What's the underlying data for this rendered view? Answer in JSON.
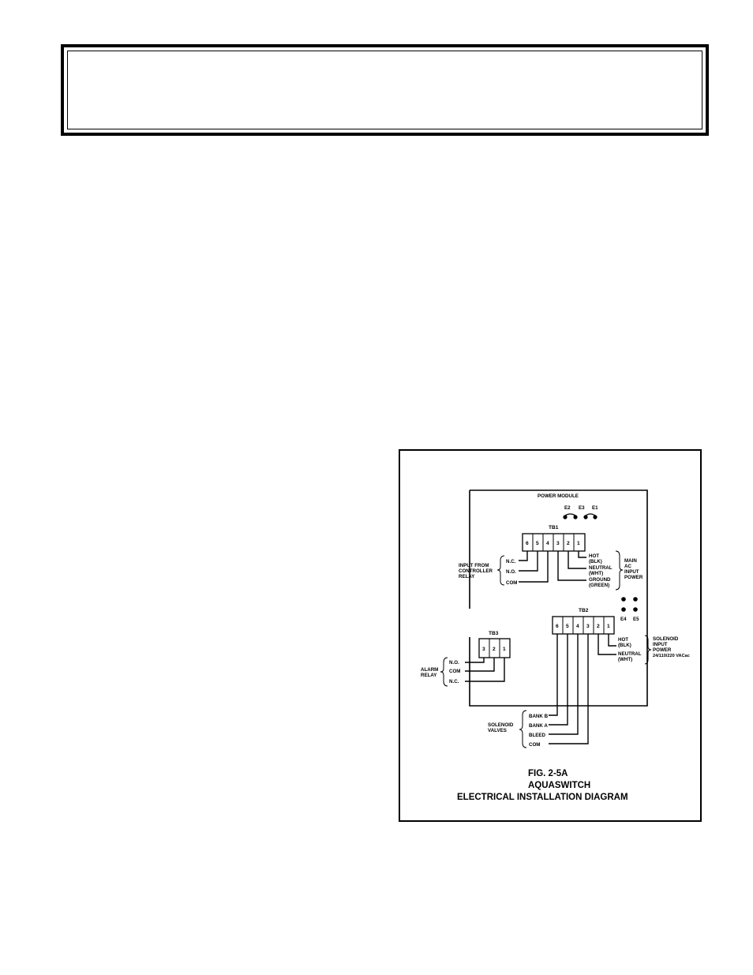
{
  "header": {
    "title": ""
  },
  "diagram": {
    "power_module": "POWER MODULE",
    "jumpers_top": [
      "E2",
      "E3",
      "E1"
    ],
    "jumpers_side": [
      "E4",
      "E5"
    ],
    "tb1": {
      "label": "TB1",
      "terminals": [
        "6",
        "5",
        "4",
        "3",
        "2",
        "1"
      ],
      "left_group": [
        "INPUT FROM",
        "CONTROLLER",
        "RELAY"
      ],
      "left_wires": [
        "N.C.",
        "N.O.",
        "COM"
      ],
      "right_wires": [
        "HOT",
        "(BLK)",
        "NEUTRAL",
        "(WHT)",
        "GROUND",
        "(GREEN)"
      ],
      "right_group": [
        "MAIN",
        "AC",
        "INPUT",
        "POWER"
      ]
    },
    "tb2": {
      "label": "TB2",
      "terminals": [
        "6",
        "5",
        "4",
        "3",
        "2",
        "1"
      ],
      "right_wires": [
        "HOT",
        "(BLK)",
        "NEUTRAL",
        "(WHT)"
      ],
      "right_group": [
        "SOLENOID",
        "INPUT",
        "POWER",
        "24/110/220 VACac"
      ],
      "bottom_group": [
        "SOLENOID",
        "VALVES"
      ],
      "bottom_wires": [
        "BANK B",
        "BANK A",
        "BLEED",
        "COM"
      ]
    },
    "tb3": {
      "label": "TB3",
      "terminals": [
        "3",
        "2",
        "1"
      ],
      "left_group": [
        "ALARM",
        "RELAY"
      ],
      "left_wires": [
        "N.O.",
        "COM",
        "N.C."
      ]
    },
    "caption": [
      "FIG.  2-5A",
      "AQUASWITCH",
      "ELECTRICAL INSTALLATION DIAGRAM"
    ]
  }
}
